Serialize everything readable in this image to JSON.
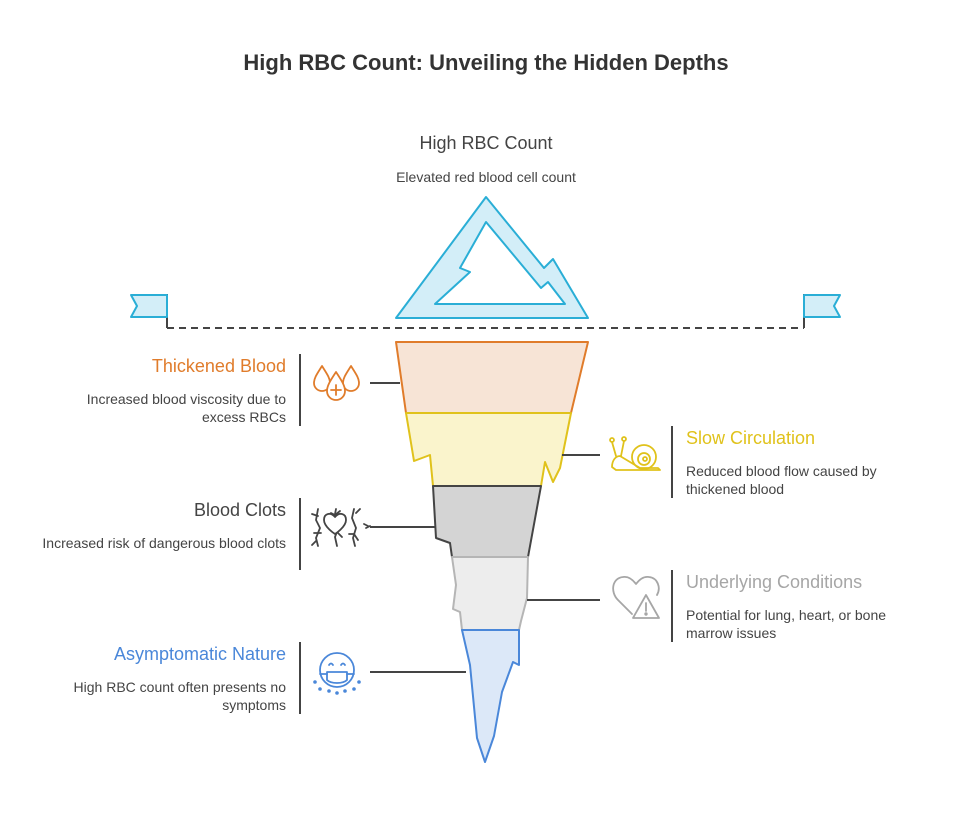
{
  "title": "High RBC Count: Unveiling the Hidden Depths",
  "peak": {
    "title": "High RBC Count",
    "description": "Elevated red blood cell count"
  },
  "layers": [
    {
      "title": "Thickened Blood",
      "description": "Increased blood viscosity due to excess RBCs",
      "icon": "blood-drops-icon",
      "side": "left",
      "accent": "#E07C2B",
      "fill": "#F7E4D6",
      "stroke": "#E07C2B"
    },
    {
      "title": "Slow Circulation",
      "description": "Reduced blood flow caused by thickened blood",
      "icon": "snail-icon",
      "side": "right",
      "accent": "#E0C21B",
      "fill": "#FAF4CC",
      "stroke": "#E0C21B"
    },
    {
      "title": "Blood Clots",
      "description": "Increased risk of dangerous blood clots",
      "icon": "blood-clot-icon",
      "side": "left",
      "accent": "#444444",
      "fill": "#D4D4D4",
      "stroke": "#444444"
    },
    {
      "title": "Underlying Conditions",
      "description": "Potential for lung, heart, or bone marrow issues",
      "icon": "heart-warning-icon",
      "side": "right",
      "accent": "#A6A6A6",
      "fill": "#EDEDED",
      "stroke": "#B5B5B5"
    },
    {
      "title": "Asymptomatic Nature",
      "description": "High RBC count often presents no symptoms",
      "icon": "masked-face-icon",
      "side": "left",
      "accent": "#4A87D9",
      "fill": "#DCE8F8",
      "stroke": "#4A87D9"
    }
  ],
  "colors": {
    "peak_stroke": "#2AAED6",
    "peak_fill": "#D3EEF8",
    "waterline": "#444444",
    "title": "#333333",
    "text": "#444444"
  }
}
